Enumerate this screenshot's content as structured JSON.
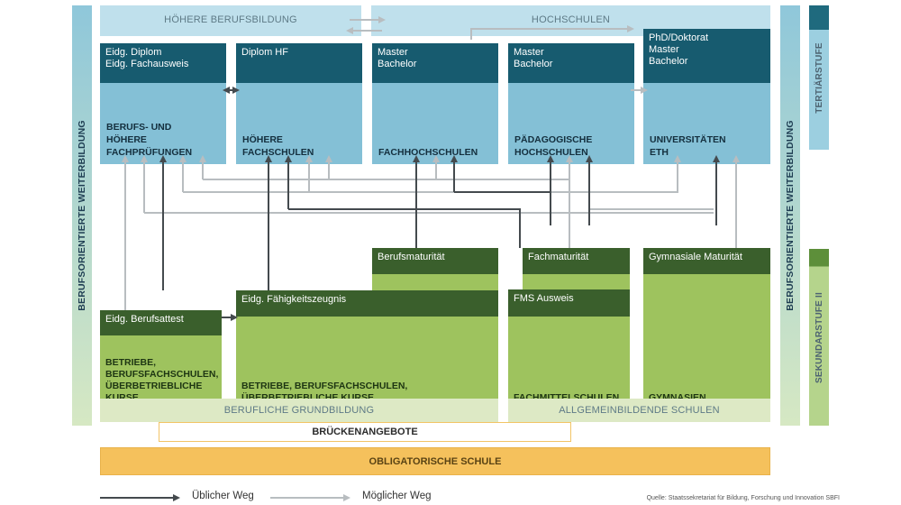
{
  "side_left": "BERUFSORIENTIERTE WEITERBILDUNG",
  "side_right": "BERUFSORIENTIERTE WEITERBILDUNG",
  "stages": {
    "tertiary": "TERTIÄRSTUFE",
    "secondary": "SEKUNDARSTUFE II"
  },
  "top_bands": {
    "higher_vet": "HÖHERE BERUFSBILDUNG",
    "universities": "HOCHSCHULEN"
  },
  "tertiary": [
    {
      "degree": "Eidg. Diplom\nEidg. Fachausweis",
      "name": "BERUFS- UND\nHÖHERE FACHPRÜFUNGEN"
    },
    {
      "degree": "Diplom HF",
      "name": "HÖHERE FACHSCHULEN"
    },
    {
      "degree": "Master\nBachelor",
      "name": "FACHHOCHSCHULEN"
    },
    {
      "degree": "Master\nBachelor",
      "name": "PÄDAGOGISCHE\nHOCHSCHULEN"
    },
    {
      "degree": "PhD/Doktorat\nMaster\nBachelor",
      "name": "UNIVERSITÄTEN\nETH"
    }
  ],
  "secondary": {
    "berufsmaturitaet": "Berufsmaturität",
    "fachmaturitaet": "Fachmaturität",
    "gymnasiale_maturitaet": "Gymnasiale Maturität",
    "berufsattest": {
      "title": "Eidg. Berufsattest",
      "name": "BETRIEBE,\nBERUFSFACHSCHULEN,\nÜBERBETRIEBLICHE KURSE"
    },
    "faehigkeitszeugnis": {
      "title": "Eidg. Fähigkeitszeugnis",
      "name": "BETRIEBE, BERUFSFACHSCHULEN,\nÜBERBETRIEBLICHE KURSE"
    },
    "fms": {
      "title": "FMS Ausweis",
      "name": "FACHMITTELSCHULEN"
    },
    "gymnasien": {
      "name": "GYMNASIEN"
    }
  },
  "bottom_bands": {
    "vet": "BERUFLICHE GRUNDBILDUNG",
    "general": "ALLGEMEINBILDENDE SCHULEN"
  },
  "bridge": "BRÜCKENANGEBOTE",
  "compulsory": "OBLIGATORISCHE SCHULE",
  "legend": {
    "usual": "Üblicher Weg",
    "possible": "Möglicher Weg"
  },
  "source": "Quelle: Staatssekretariat für Bildung, Forschung und Innovation SBFI",
  "colors": {
    "dark_teal": "#175b6f",
    "light_blue": "#84c0d6",
    "pale_blue": "#bfe0ec",
    "dark_green": "#3a5f2c",
    "light_green": "#9ec35e",
    "pale_green": "#dde9c5",
    "usual_arrow": "#444a4e",
    "possible_arrow": "#b8bdc0",
    "compulsory": "#f5c15c"
  }
}
